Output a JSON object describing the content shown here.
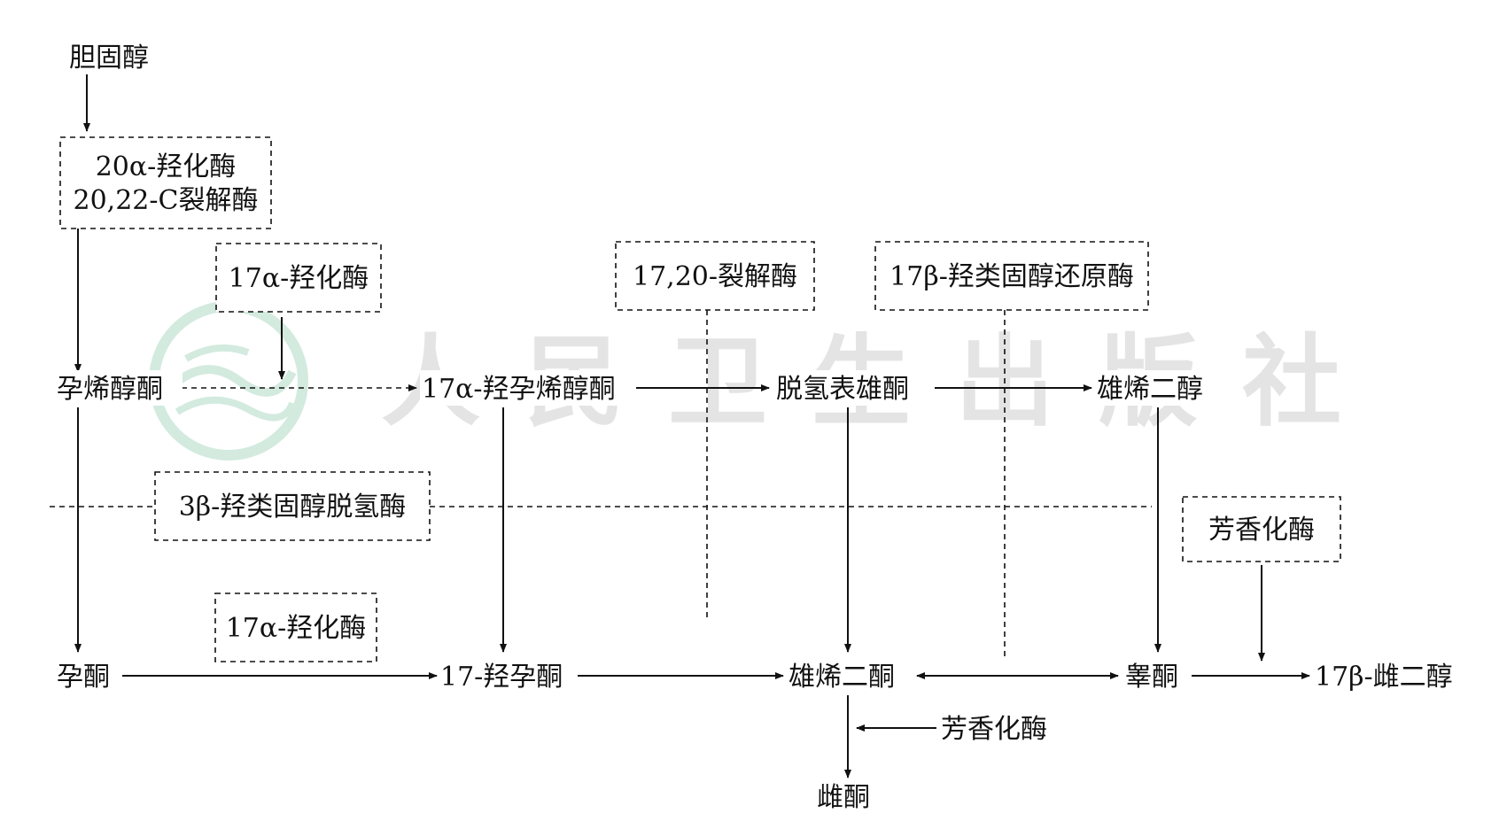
{
  "compounds": {
    "cholesterol": "胆固醇",
    "pregnenolone": "孕烯醇酮",
    "hydroxy_pregnenolone": "17α-羟孕烯醇酮",
    "dhea": "脱氢表雄酮",
    "androstenediol": "雄烯二醇",
    "progesterone": "孕酮",
    "hydroxy_progesterone": "17-羟孕酮",
    "androstenedione": "雄烯二酮",
    "testosterone": "睾酮",
    "estradiol": "17β-雌二醇",
    "estrone": "雌酮"
  },
  "enzymes": {
    "scc_line1": "20α-羟化酶",
    "scc_line2": "20,22-C裂解酶",
    "hydroxylase_top": "17α-羟化酶",
    "lyase": "17,20-裂解酶",
    "hsd17b": "17β-羟类固醇还原酶",
    "hsd3b": "3β-羟类固醇脱氢酶",
    "aromatase_right": "芳香化酶",
    "hydroxylase_bottom": "17α-羟化酶",
    "aromatase_bottom": "芳香化酶"
  },
  "watermark": {
    "text": "人民卫生出版社",
    "color": "#cfcfcf",
    "logo_color": "#cfe8dc"
  },
  "colors": {
    "line": "#111111",
    "background": "#ffffff"
  }
}
